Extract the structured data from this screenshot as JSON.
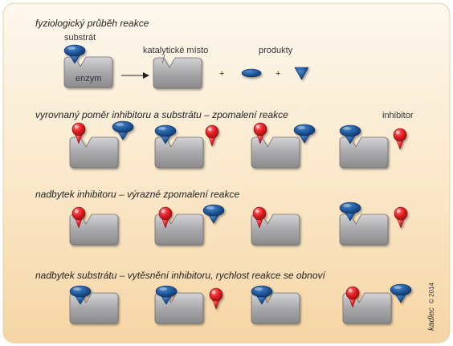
{
  "section1": {
    "title": "fyziologický průběh reakce",
    "substrate_label": "substrát",
    "active_site_label": "katalytické místo",
    "products_label": "produkty",
    "enzyme_label": "enzym",
    "plus_1": "+",
    "plus_2": "+"
  },
  "section2": {
    "title": "vyrovnaný poměr inhibitoru a substrátu – zpomalení reakce",
    "inhibitor_label": "inhibitor"
  },
  "section3": {
    "title": "nadbytek inhibitoru – výrazné zpomalení reakce"
  },
  "section4": {
    "title": "nadbytek substrátu – vytěsnění inhibitoru, rychlost reakce se obnoví"
  },
  "signature": {
    "text": "kadlec",
    "copyright": "© 2014"
  },
  "colors": {
    "background_top": "#fdf8ee",
    "background_bottom": "#f6d5a4",
    "enzyme_fill": "#a9a9ab",
    "substrate_fill": "#1e5597",
    "inhibitor_fill": "#e21d23"
  }
}
